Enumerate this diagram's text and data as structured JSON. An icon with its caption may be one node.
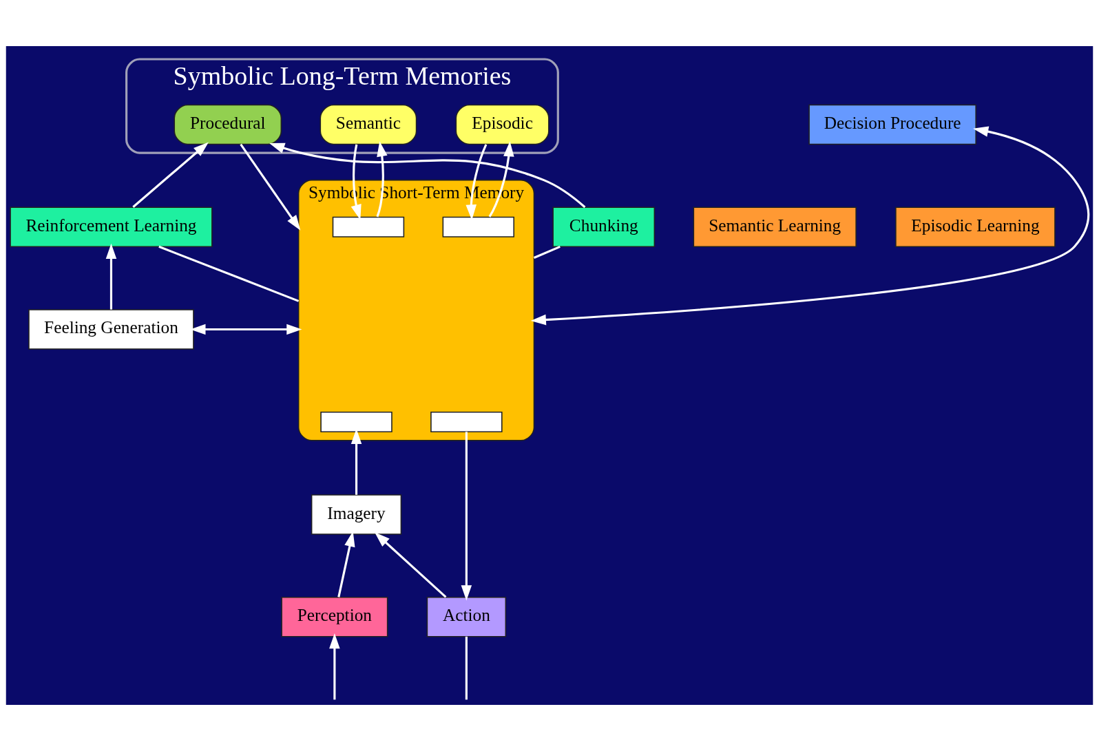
{
  "diagram": {
    "nodes": [
      {
        "text": [
          "Symbolic Long-Term Memories"
        ]
      },
      {
        "text": [
          "Procedural"
        ],
        "in": 0
      },
      {
        "text": [
          "Semantic"
        ],
        "in": 0
      },
      {
        "text": [
          "Episodic"
        ],
        "in": 0
      },
      {
        "text": [
          "Reinforcement Learning"
        ]
      },
      {
        "text": [
          "Chunking"
        ]
      },
      {
        "text": [
          "Semantic Learning"
        ]
      },
      {
        "text": [
          "Episodic Learning"
        ]
      },
      {
        "text": [
          "Symbolic Short-Term Memory"
        ]
      },
      {
        "text": [
          "Feeling Generation"
        ]
      },
      {
        "text": [
          "Decision Procedure"
        ]
      },
      {
        "text": [
          "Imagery"
        ]
      },
      {
        "text": [
          "Perception"
        ]
      },
      {
        "text": [
          "Action"
        ]
      },
      {
        "text": [],
        "shape": "box",
        "in": 8
      },
      {
        "text": [],
        "shape": "box",
        "in": 8
      },
      {
        "text": [],
        "shape": "box",
        "in": 8
      },
      {
        "text": [],
        "shape": "box",
        "in": 8
      }
    ],
    "edges": [
      {
        "from": 1,
        "to": 8,
        "arrow": "to"
      },
      {
        "from": 8,
        "to": 4,
        "arrow": "none"
      },
      {
        "from": 4,
        "to": 1,
        "arrow": "to"
      },
      {
        "from": 9,
        "to": 4,
        "arrow": "to"
      },
      {
        "from": 8,
        "to": 5,
        "arrow": "none"
      },
      {
        "from": 5,
        "to": 1,
        "arrow": "to"
      },
      {
        "from": 2,
        "to": 14,
        "arrow": "to"
      },
      {
        "from": 14,
        "to": 2,
        "arrow": "to"
      },
      {
        "from": 3,
        "to": 15,
        "arrow": "to"
      },
      {
        "from": 15,
        "to": 3,
        "arrow": "to"
      },
      {
        "from": 9,
        "to": 8,
        "arrow": "both"
      },
      {
        "from": 8,
        "to": 10,
        "arrow": "both"
      },
      {
        "from": 11,
        "to": 16,
        "arrow": "to"
      },
      {
        "from": 12,
        "to": 11,
        "arrow": "to"
      },
      {
        "from": 17,
        "to": 13,
        "arrow": "to"
      },
      {
        "from": 13,
        "to": 11,
        "arrow": "to"
      },
      {
        "from": null,
        "to": 12,
        "arrow": "to"
      },
      {
        "from": 13,
        "to": null,
        "arrow": "none"
      }
    ]
  }
}
